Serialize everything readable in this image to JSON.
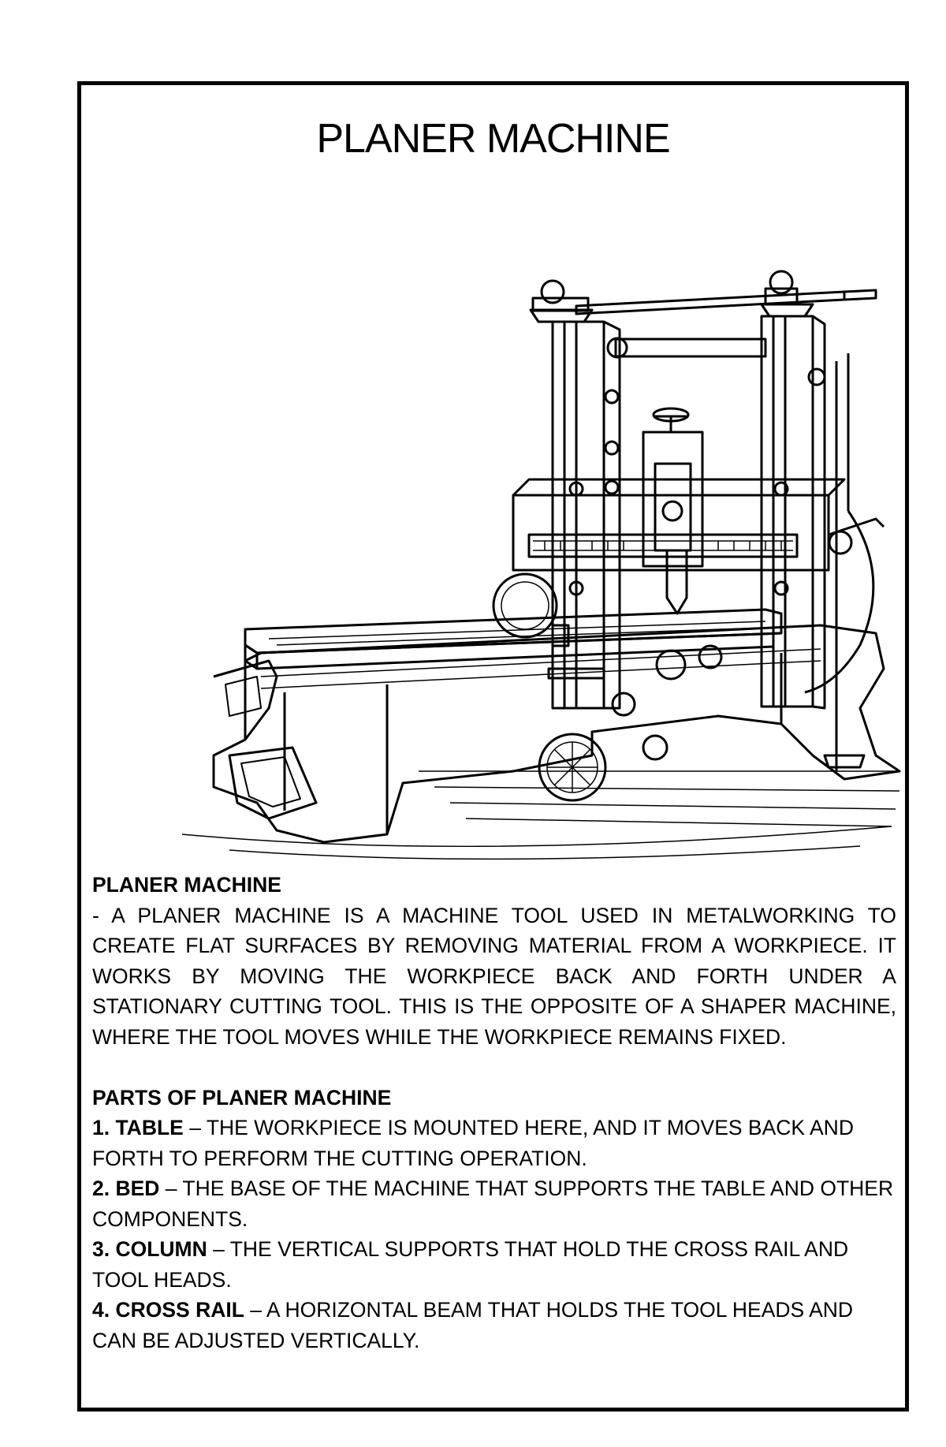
{
  "page": {
    "title": "PLANER MACHINE"
  },
  "section1": {
    "heading": "PLANER MACHINE",
    "body": "- A PLANER MACHINE IS A MACHINE TOOL USED IN METALWORKING TO CREATE FLAT SURFACES BY REMOVING MATERIAL FROM A WORKPIECE. IT WORKS BY MOVING THE WORKPIECE BACK AND FORTH UNDER A STATIONARY CUTTING TOOL. THIS IS THE OPPOSITE OF A SHAPER MACHINE, WHERE THE TOOL MOVES WHILE THE WORKPIECE REMAINS FIXED."
  },
  "section2": {
    "heading": "PARTS OF PLANER MACHINE",
    "parts": [
      {
        "term": "1. TABLE",
        "desc": " – THE WORKPIECE IS MOUNTED HERE, AND IT MOVES BACK AND FORTH TO PERFORM THE CUTTING OPERATION."
      },
      {
        "term": "2. BED",
        "desc": " – THE BASE OF THE MACHINE THAT SUPPORTS THE TABLE AND OTHER COMPONENTS."
      },
      {
        "term": "3. COLUMN",
        "desc": " – THE VERTICAL SUPPORTS THAT HOLD THE CROSS RAIL AND TOOL HEADS."
      },
      {
        "term": "4. CROSS RAIL",
        "desc": " – A HORIZONTAL BEAM THAT HOLDS THE TOOL HEADS AND CAN BE ADJUSTED VERTICALLY."
      }
    ]
  }
}
